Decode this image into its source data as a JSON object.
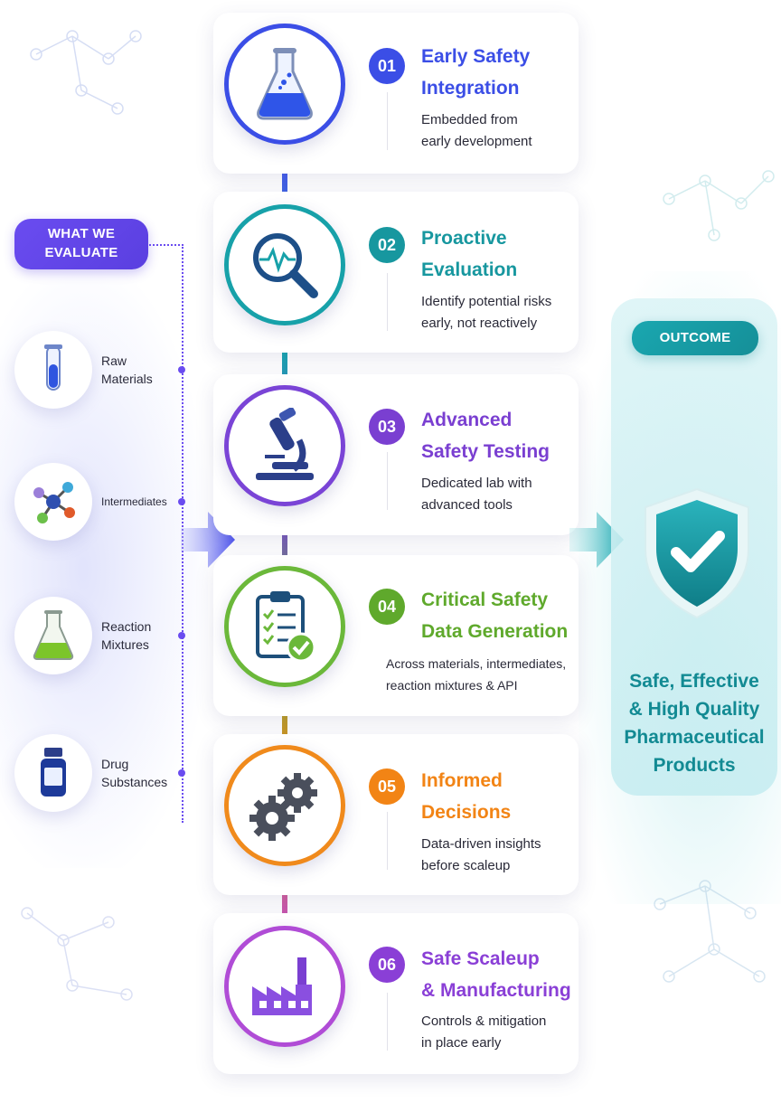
{
  "left": {
    "pill_lines": [
      "WHAT WE",
      "EVALUATE"
    ],
    "items": [
      {
        "label_lines": [
          "Raw",
          "Materials"
        ],
        "icon": "test-tube-icon"
      },
      {
        "label_lines": [
          "Intermediates"
        ],
        "icon": "molecule-icon"
      },
      {
        "label_lines": [
          "Reaction",
          "Mixtures"
        ],
        "icon": "flask-icon"
      },
      {
        "label_lines": [
          "Drug",
          "Substances"
        ],
        "icon": "vial-icon"
      }
    ]
  },
  "steps": [
    {
      "num": "01",
      "title_lines": [
        "Early Safety",
        "Integration"
      ],
      "desc_lines": [
        "Embedded from",
        "early development"
      ],
      "color": "#3b4ee6",
      "icon": "flask-icon"
    },
    {
      "num": "02",
      "title_lines": [
        "Proactive",
        "Evaluation"
      ],
      "desc_lines": [
        "Identify potential risks",
        "early, not reactively"
      ],
      "color": "#17979f",
      "icon": "magnifier-icon"
    },
    {
      "num": "03",
      "title_lines": [
        "Advanced",
        "Safety Testing"
      ],
      "desc_lines": [
        "Dedicated lab with",
        "advanced tools"
      ],
      "color": "#7a3fd1",
      "icon": "microscope-icon"
    },
    {
      "num": "04",
      "title_lines": [
        "Critical Safety",
        "Data Generation"
      ],
      "desc_lines": [
        "Across materials, intermediates,",
        "reaction mixtures & API"
      ],
      "color": "#5fa92c",
      "icon": "clipboard-icon"
    },
    {
      "num": "05",
      "title_lines": [
        "Informed",
        "Decisions"
      ],
      "desc_lines": [
        "Data-driven insights",
        "before scaleup"
      ],
      "color": "#f28415",
      "icon": "gears-icon"
    },
    {
      "num": "06",
      "title_lines": [
        "Safe Scaleup",
        "& Manufacturing"
      ],
      "desc_lines": [
        "Controls & mitigation",
        "in place early"
      ],
      "color": "#8a3fd6",
      "icon": "factory-icon"
    }
  ],
  "right": {
    "pill": "OUTCOME",
    "text_lines": [
      "Safe, Effective",
      "& High Quality",
      "Pharmaceutical",
      "Products"
    ],
    "icon": "shield-check-icon"
  }
}
